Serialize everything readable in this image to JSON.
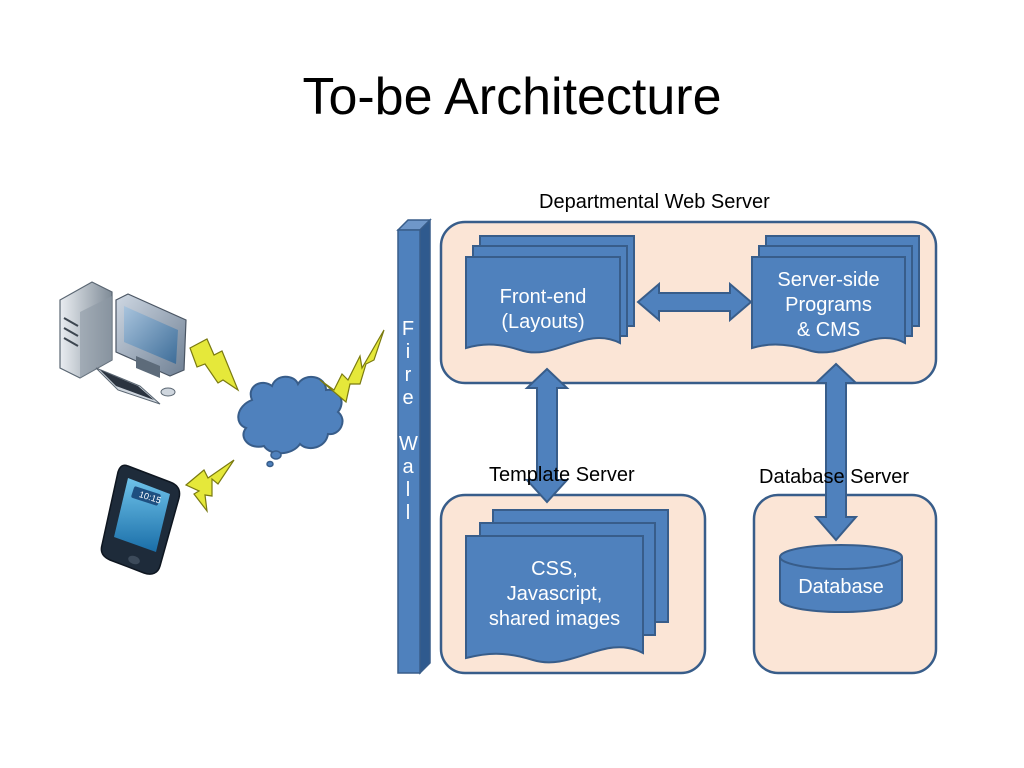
{
  "title": "To-be Architecture",
  "labels": {
    "web_server": "Departmental Web Server",
    "template_server": "Template Server",
    "database_server": "Database Server"
  },
  "nodes": {
    "frontend": [
      "Front-end",
      "(Layouts)"
    ],
    "server_side": [
      "Server-side",
      "Programs",
      "& CMS"
    ],
    "css": [
      "CSS,",
      "Javascript,",
      "shared images"
    ],
    "database": "Database"
  },
  "firewall": [
    "F",
    "i",
    "r",
    "e",
    "",
    "W",
    "a",
    "l",
    "l"
  ],
  "device_time": "10:15",
  "colors": {
    "node_fill": "#4f81bd",
    "node_stroke": "#385d8a",
    "server_bg": "#fbe5d6",
    "lightning": "#e5e83a"
  }
}
